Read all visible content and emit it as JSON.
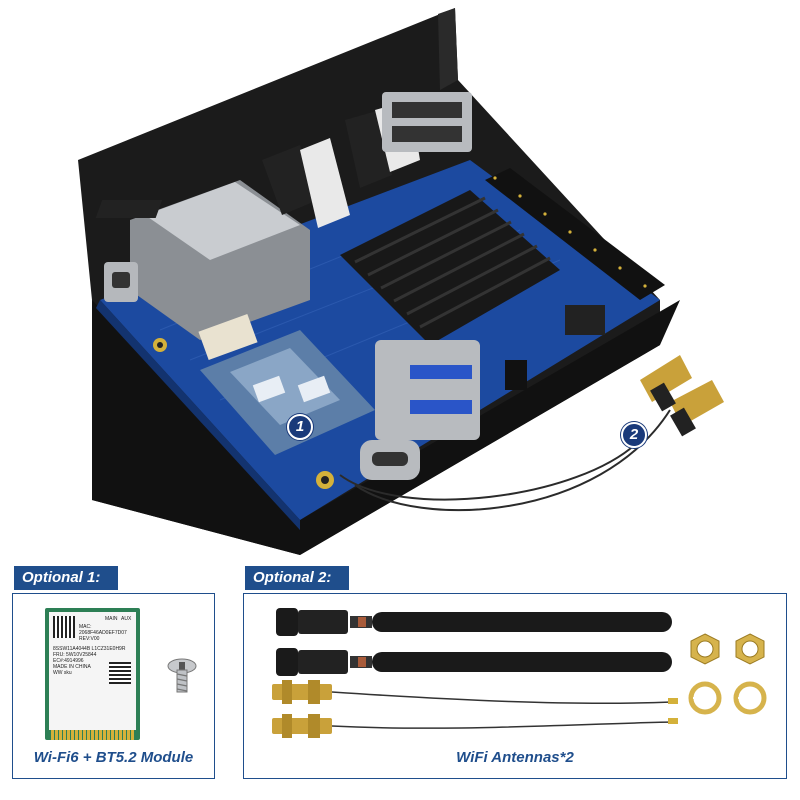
{
  "callouts": {
    "one": "1",
    "two": "2"
  },
  "optional1": {
    "tag": "Optional 1:",
    "caption": "Wi-Fi6 + BT5.2 Module",
    "module_label_lines": [
      "MAC:",
      "2068F46AD0EF7D07",
      "REV:V00",
      "8SSW11A4044B L1CZ31E0H9R",
      "FRU: 5W10V25844",
      "EC#:4914996",
      "MADE IN CHINA",
      "WW sku"
    ],
    "main_label": "MAIN",
    "aux_label": "AUX"
  },
  "optional2": {
    "tag": "Optional 2:",
    "caption": "WiFi Antennas*2"
  },
  "colors": {
    "tag_bg": "#1f4e8c",
    "caption_text": "#1f4e8c",
    "panel_border": "#1f4e8c",
    "callout_bg": "#1a3a7a",
    "board_blue": "#1c4aa0",
    "case_black": "#1b1b1b",
    "brass": "#c9a13a"
  },
  "icons": [
    "screw-icon",
    "hex-nut-icon",
    "sma-connector-icon",
    "antenna-icon"
  ]
}
